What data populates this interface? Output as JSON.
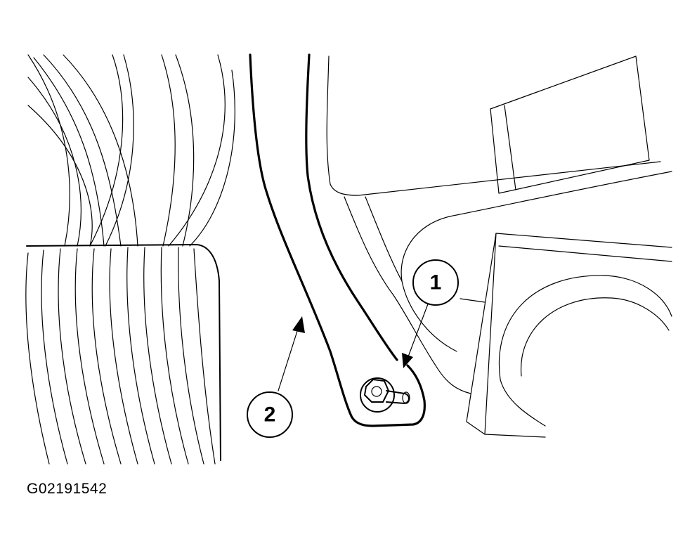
{
  "diagram": {
    "figure_id": "G02191542",
    "callouts": [
      {
        "number": "1"
      },
      {
        "number": "2"
      }
    ],
    "colors": {
      "line": "#000000",
      "background": "#ffffff"
    }
  }
}
